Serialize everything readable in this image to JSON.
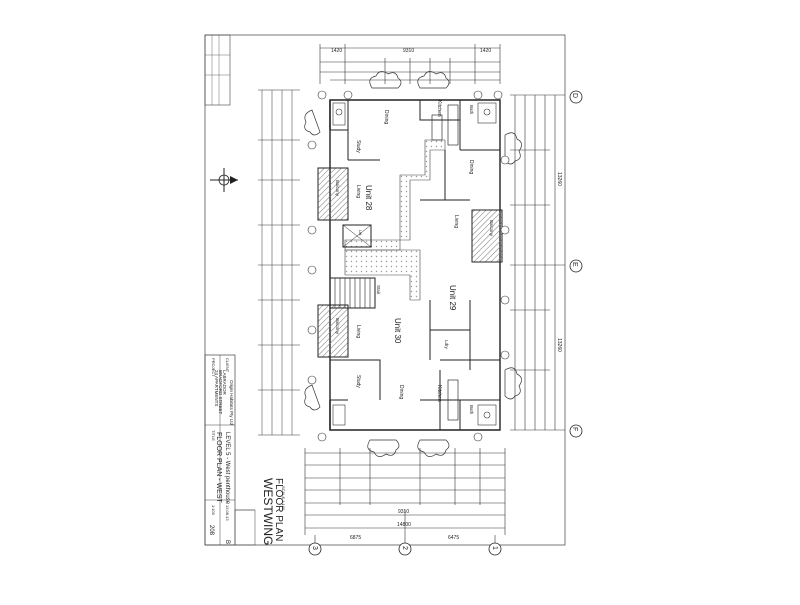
{
  "sheet": {
    "title": "WESTWING",
    "subtitle": "FLOOR PLAN",
    "scale_note": "SCALE 1:100",
    "drawing_title_label": "TITLE",
    "drawing_title": "FLOOR PLAN - WEST",
    "drawing_subtitle": "LEVEL 5 - West penthouse",
    "project_label": "PROJECT",
    "project_name": "24 APARTMENTS",
    "project_street": "BRADFORD STREET",
    "project_suburb": "LABRADOR",
    "client_label": "CLIENT",
    "client_name": "Origin Habitats Pty Ltd",
    "drawing_number": "208",
    "revision": "B",
    "date": "13.08.13",
    "sheet_scale": "1:100"
  },
  "grid_lines": {
    "right": [
      "D",
      "E",
      "F"
    ],
    "bottom": [
      "3",
      "2",
      "1"
    ]
  },
  "rooms": {
    "unit_28": "Unit 28",
    "unit_29": "Unit 29",
    "unit_30": "Unit 30",
    "dining_a": "Dining",
    "dining_b": "Dining",
    "dining_c": "Dining",
    "kitchen_a": "Kitchen",
    "kitchen_b": "Kitchen",
    "study_a": "Study",
    "study_b": "Study",
    "living_a": "Living",
    "living_b": "Living",
    "living_c": "Living",
    "balcony_a": "Balcony",
    "balcony_b": "Balcony",
    "balcony_c": "Balcony",
    "stair": "Stair",
    "lift": "Lift",
    "bath_a": "Bath",
    "bath_b": "Bath",
    "ldry": "Ldry"
  },
  "dimensions": {
    "top_overall": "9310",
    "top_left": "1420",
    "top_right": "1420",
    "bottom_overall": "14800",
    "bottom_left": "6875",
    "bottom_right": "6475",
    "bottom_mid": "9310",
    "right_overall_a": "13260",
    "right_overall_b": "13260"
  },
  "colors": {
    "line": "#333333",
    "hatch": "#8a8a8a",
    "paper": "#ffffff"
  }
}
